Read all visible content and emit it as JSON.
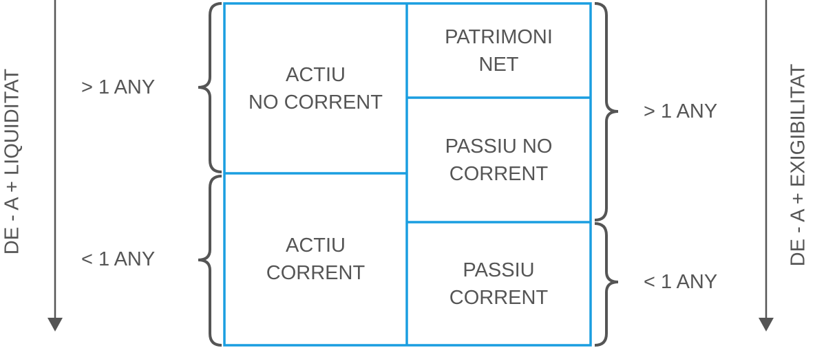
{
  "left_axis": {
    "label": "DE - A + LIQUIDITAT"
  },
  "right_axis": {
    "label": "DE - A + EXIGIBILITAT"
  },
  "left_groups": [
    {
      "label": "> 1 ANY"
    },
    {
      "label": "< 1 ANY"
    }
  ],
  "right_groups": [
    {
      "label": "> 1 ANY"
    },
    {
      "label": "< 1 ANY"
    }
  ],
  "cells": {
    "actiu_no_corrent": "ACTIU\nNO CORRENT",
    "actiu_corrent": "ACTIU\nCORRENT",
    "patrimoni_net": "PATRIMONI\nNET",
    "passiu_no_corrent": "PASSIU NO\nCORRENT",
    "passiu_corrent": "PASSIU\nCORRENT"
  },
  "colors": {
    "box": "#1a9ee0",
    "text": "#555555"
  }
}
